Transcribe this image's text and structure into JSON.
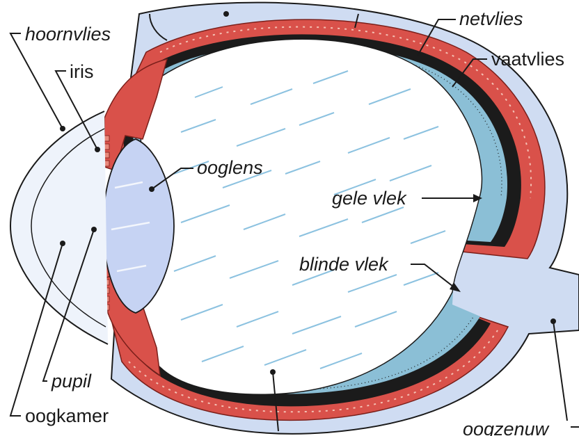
{
  "labels": {
    "hoornvlies": "hoornvlies",
    "iris": "iris",
    "ooglens": "ooglens",
    "netvlies": "netvlies",
    "vaatvlies": "vaatvlies",
    "gele_vlek": "gele vlek",
    "blinde_vlek": "blinde vlek",
    "pupil": "pupil",
    "oogkamer": "oogkamer",
    "oogzenuw": "oogzenuw"
  },
  "colors": {
    "sclera": "#cfdcf2",
    "choroid": "#d9514a",
    "choroid_light": "#e9877a",
    "retina_blue": "#8bbfd6",
    "retina_dark": "#1b1b1b",
    "nerve": "#eee6a0",
    "lens": "#c6d3f3",
    "vitreous_lines": "#8cc2e0"
  }
}
